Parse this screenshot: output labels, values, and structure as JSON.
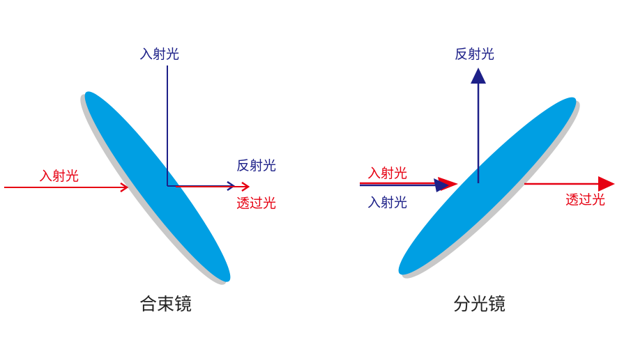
{
  "colors": {
    "mirror_face": "#009FE3",
    "mirror_edge": "#C8C8C8",
    "red_light": "#E60012",
    "blue_light": "#1D2088",
    "caption": "#222222"
  },
  "left_diagram": {
    "caption": "合束镜",
    "incident_top_label": "入射光",
    "incident_left_label": "入射光",
    "reflected_label": "反射光",
    "transmitted_label": "透过光"
  },
  "right_diagram": {
    "caption": "分光镜",
    "incident_red_label": "入射光",
    "incident_blue_label": "入射光",
    "reflected_label": "反射光",
    "transmitted_label": "透过光"
  }
}
